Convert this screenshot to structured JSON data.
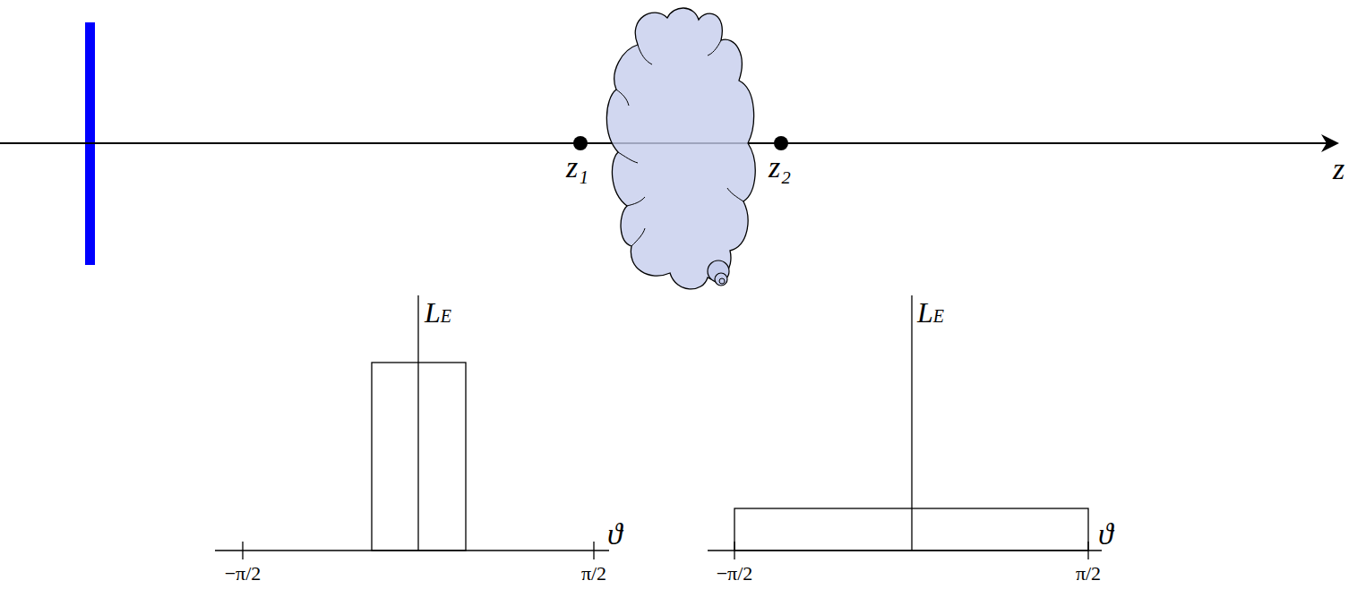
{
  "diagram": {
    "labels": [
      "z₁",
      "z₂",
      "z",
      "LE",
      "ϑ",
      "−π/2",
      "π/2",
      "LE",
      "ϑ",
      "−π/2",
      "π/2"
    ]
  }
}
